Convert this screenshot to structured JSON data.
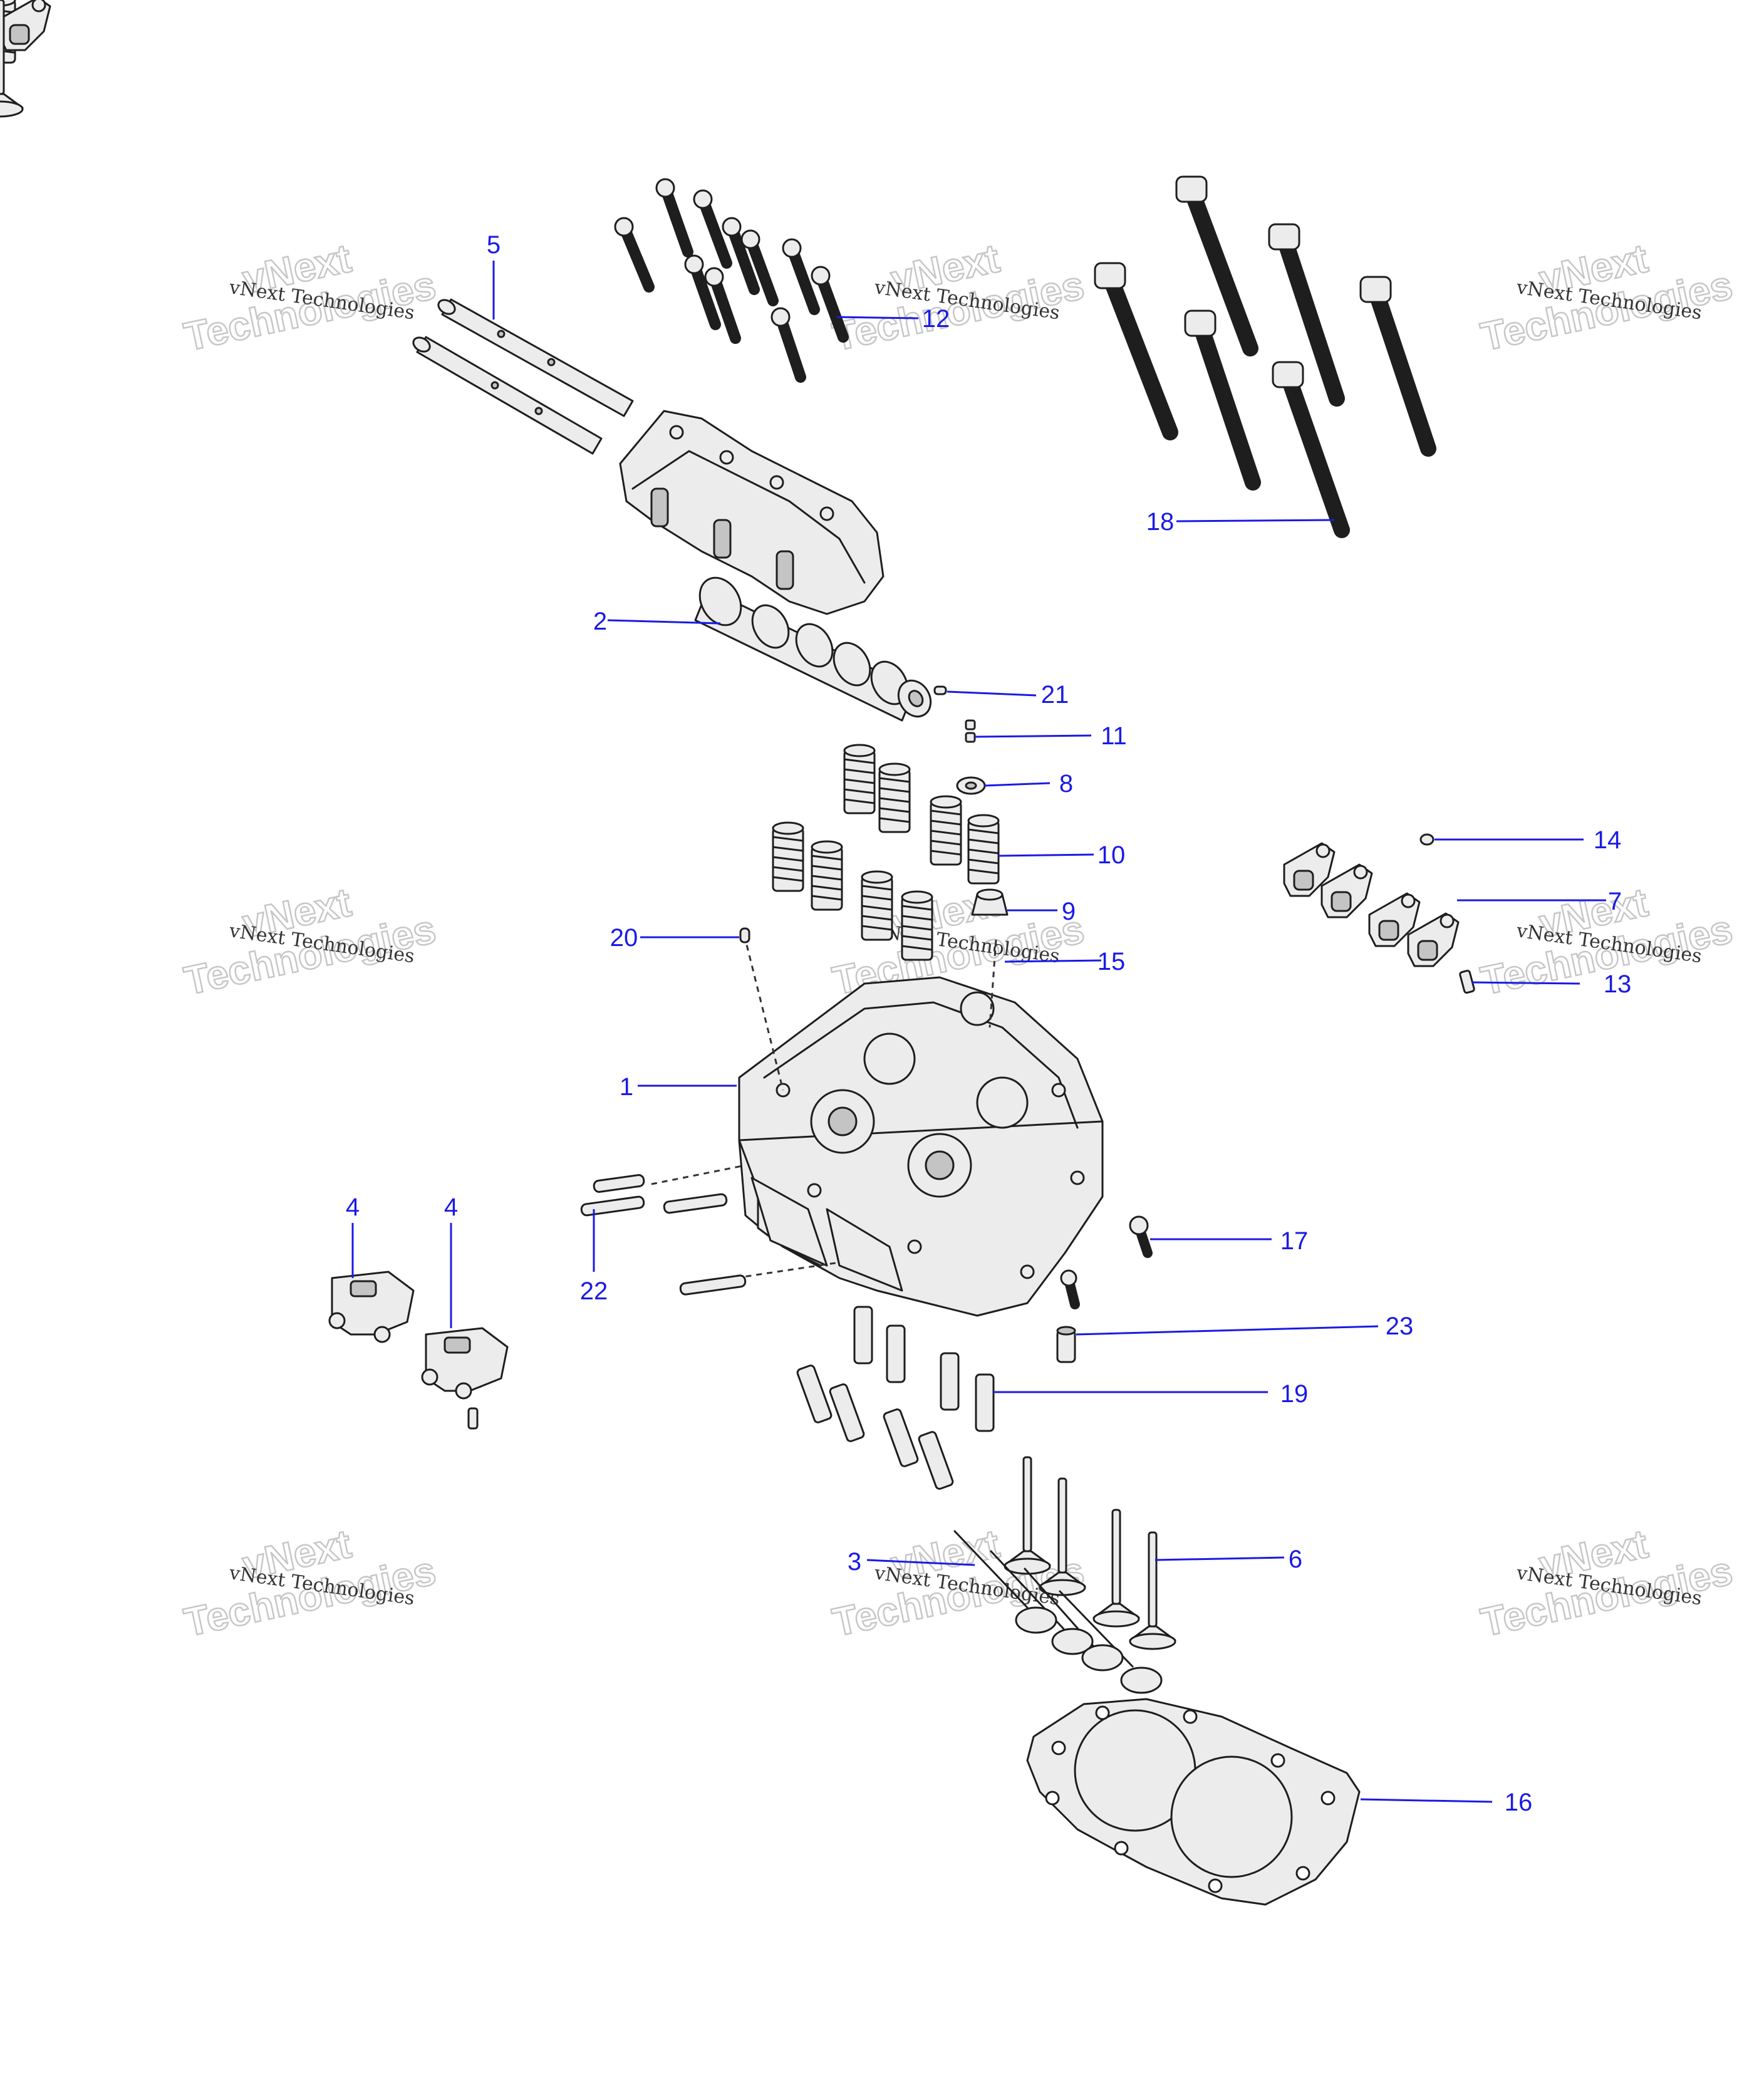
{
  "watermark": {
    "line1": "vNext",
    "line2": "vNext Technologies",
    "line3": "Technologies"
  },
  "callouts": [
    "1",
    "2",
    "3",
    "4",
    "4",
    "5",
    "6",
    "7",
    "8",
    "9",
    "10",
    "11",
    "12",
    "13",
    "14",
    "15",
    "16",
    "17",
    "18",
    "19",
    "20",
    "21",
    "22",
    "23"
  ]
}
